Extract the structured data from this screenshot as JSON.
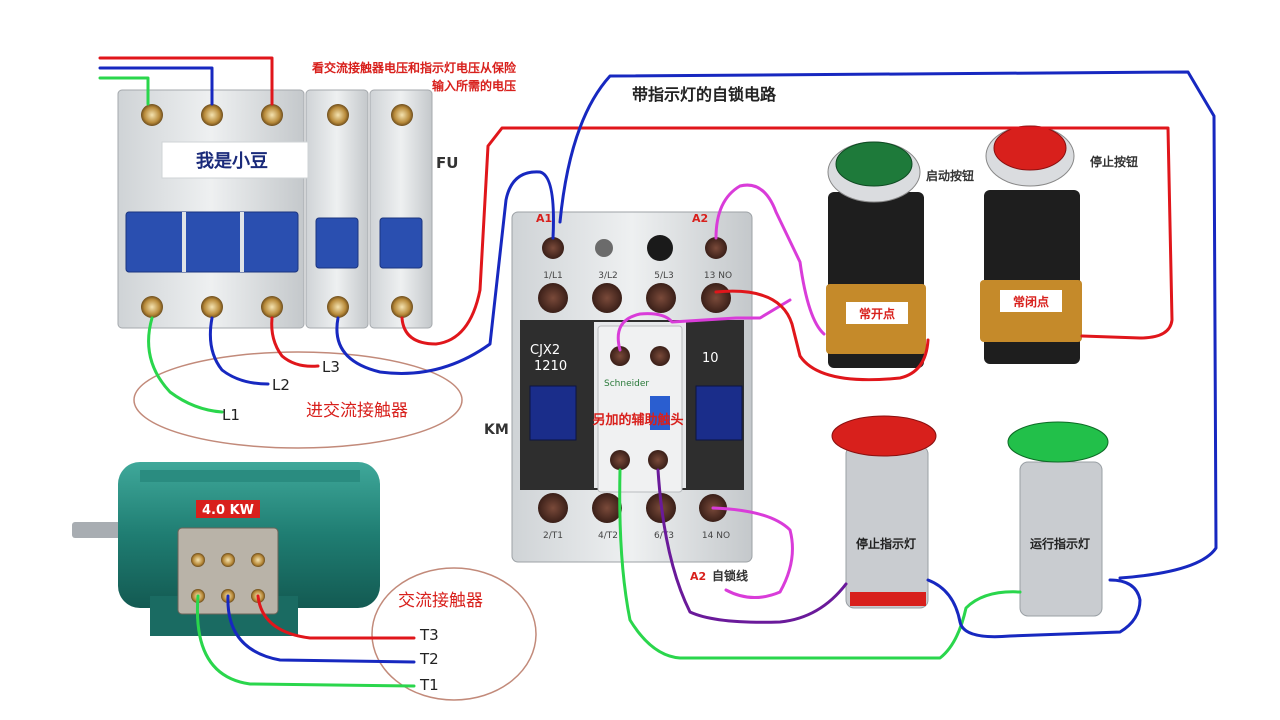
{
  "annotations": {
    "top_note_line1": "看交流接触器电压和指示灯电压从保险",
    "top_note_line2": "输入所需的电压",
    "circuit_title": "带指示灯的自锁电路",
    "fu_label": "FU",
    "km_label": "KM",
    "breaker_nickname": "我是小豆",
    "incoming_to_contactor": "进交流接触器",
    "from_contactor": "交流接触器",
    "extra_aux_contact": "另加的辅助触头",
    "self_lock_wire": "自锁线"
  },
  "terminals": {
    "line_in": [
      "L1",
      "L2",
      "L3"
    ],
    "motor_out": [
      "T3",
      "T2",
      "T1"
    ],
    "contactor_top": [
      "1/L1",
      "3/L2",
      "5/L3",
      "13 NO"
    ],
    "contactor_bottom": [
      "2/T1",
      "4/T2",
      "6/T3",
      "14 NO"
    ],
    "coil_a1": "A1",
    "coil_a2": "A2",
    "coil_a2_bottom": "A2"
  },
  "contactor": {
    "model_line1": "CJX2",
    "model_line2": "1210",
    "side_code": "10",
    "brand": "Schneider"
  },
  "motor": {
    "power": "4.0 KW"
  },
  "buttons": {
    "start": {
      "label": "启动按钮",
      "contact": "常开点",
      "color": "#1e7a3a"
    },
    "stop": {
      "label": "停止按钮",
      "contact": "常闭点",
      "color": "#d8201c"
    }
  },
  "lamps": {
    "stop": {
      "label": "停止指示灯",
      "color": "#d8201c"
    },
    "run": {
      "label": "运行指示灯",
      "color": "#22c04a"
    }
  },
  "wire_colors": {
    "red": "#e0161b",
    "blue": "#1728c0",
    "green": "#2ad64c",
    "magenta": "#d93cd9",
    "purple": "#6a1a9a"
  }
}
